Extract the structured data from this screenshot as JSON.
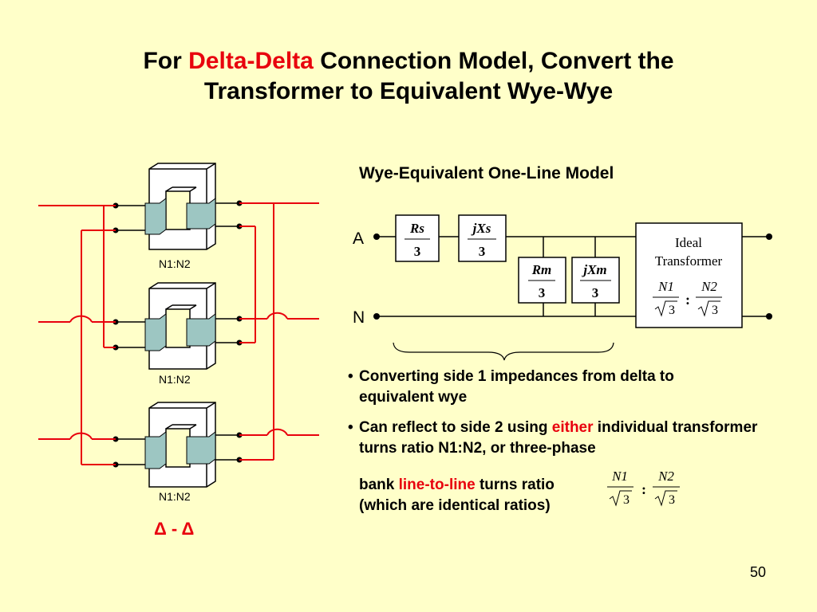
{
  "title": {
    "part1": "For ",
    "highlight": "Delta-Delta",
    "part2": " Connection Model, Convert the",
    "line2": "Transformer to Equivalent Wye-Wye"
  },
  "subtitle": "Wye-Equivalent One-Line Model",
  "circuit": {
    "node_a": "A",
    "node_n": "N",
    "rs_num": "Rs",
    "rs_den": "3",
    "jxs_num": "jXs",
    "jxs_den": "3",
    "rm_num": "Rm",
    "rm_den": "3",
    "jxm_num": "jXm",
    "jxm_den": "3",
    "ideal_line1": "Ideal",
    "ideal_line2": "Transformer",
    "ratio_n1": "N1",
    "ratio_n2": "N2",
    "sqrt3": "3",
    "colon": ":"
  },
  "transformers": {
    "label1": "N1:N2",
    "label2": "N1:N2",
    "label3": "N1:N2",
    "delta_label": "Δ - Δ"
  },
  "bullets": {
    "b1_text": "Converting side 1 impedances from delta to equivalent wye",
    "b2_part1": "Can reflect to side 2 using ",
    "b2_highlight": "either",
    "b2_part2": " individual transformer turns ratio N1:N2, or three-phase",
    "bank_part1": "bank ",
    "bank_highlight": "line-to-line",
    "bank_part2": " turns ratio",
    "bank_line2": "(which are identical ratios)"
  },
  "page_number": "50",
  "colors": {
    "background": "#ffffc9",
    "accent": "#e8000d",
    "core_fill": "#9dc6c2"
  }
}
